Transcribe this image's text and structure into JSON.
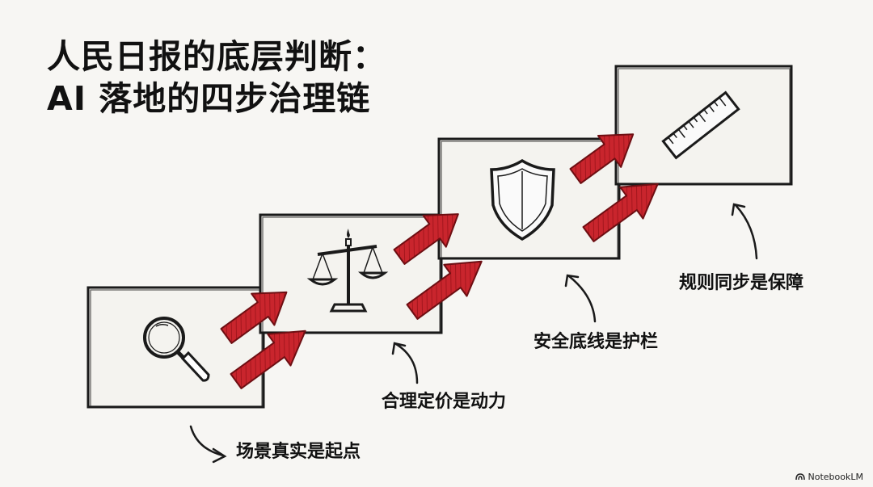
{
  "title": {
    "line1": "人民日报的底层判断：",
    "line2": "AI 落地的四步治理链"
  },
  "steps": [
    {
      "label": "场景真实是起点",
      "icon": "magnifier-icon"
    },
    {
      "label": "合理定价是动力",
      "icon": "scales-icon"
    },
    {
      "label": "安全底线是护栏",
      "icon": "shield-icon"
    },
    {
      "label": "规则同步是保障",
      "icon": "ruler-icon"
    }
  ],
  "colors": {
    "arrow_red": "#c9252d",
    "ink": "#111111",
    "paper": "#f7f6f3"
  },
  "watermark": {
    "text": "NotebookLM"
  }
}
